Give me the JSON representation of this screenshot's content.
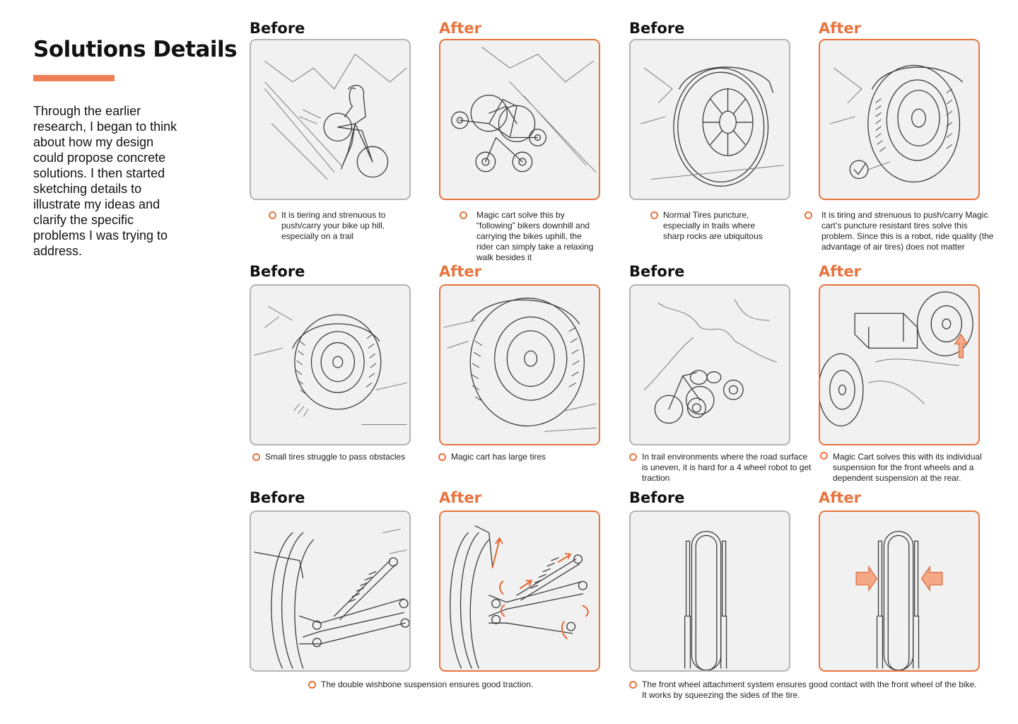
{
  "title": "Solutions Details",
  "intro": "Through the earlier research, I began to think about how my design could propose concrete solutions. I then started sketching details to illustrate my ideas and clarify the specific problems I was trying to address.",
  "labels": {
    "before": "Before",
    "after": "After"
  },
  "colors": {
    "accent": "#e8733d",
    "accent_rule": "#f07e56",
    "frame_border": "#b4b4b4",
    "frame_fill": "#f1f1f1"
  },
  "captions": {
    "r1_1": "It is tiering and strenuous to push/carry your bike up hill, especially on a trail",
    "r1_2": "Magic cart solve this by “following” bikers downhill and carrying the bikes uphill, the rider can simply take a relaxing walk besides it",
    "r1_3": "Normal Tires puncture, especially in trails where sharp rocks are ubiquitous",
    "r1_4": "It is tiring and strenuous to push/carry Magic cart’s puncture resistant tires solve this problem. Since this is a robot, ride quality (the advantage of air tires) does not matter",
    "r2_1": "Small tires struggle to pass obstacles",
    "r2_2": "Magic cart has large tires",
    "r2_3": "In trail environments where the road surface is uneven, it is hard for a 4 wheel robot to get traction",
    "r2_4": "Magic Cart solves this with its individual suspension for the front wheels and a dependent suspension at the rear.",
    "r3_left": "The double wishbone suspension ensures good traction.",
    "r3_right": "The front wheel attachment system ensures good contact with the front wheel of the bike. It works by squeezing the sides of the tire."
  },
  "sketches": {
    "r1_1": "sketch-rider-pushing-bike-uphill",
    "r1_2": "sketch-cart-carrying-bike",
    "r1_3": "sketch-normal-tire",
    "r1_4": "sketch-puncture-resistant-tire-check",
    "r2_1": "sketch-small-tire",
    "r2_2": "sketch-large-tire",
    "r2_3": "sketch-uneven-terrain-wheels",
    "r2_4": "sketch-individual-suspension",
    "r3_1": "sketch-double-wishbone",
    "r3_2": "sketch-double-wishbone-arrows",
    "r3_3": "sketch-wheel-attachment",
    "r3_4": "sketch-wheel-attachment-squeeze"
  }
}
